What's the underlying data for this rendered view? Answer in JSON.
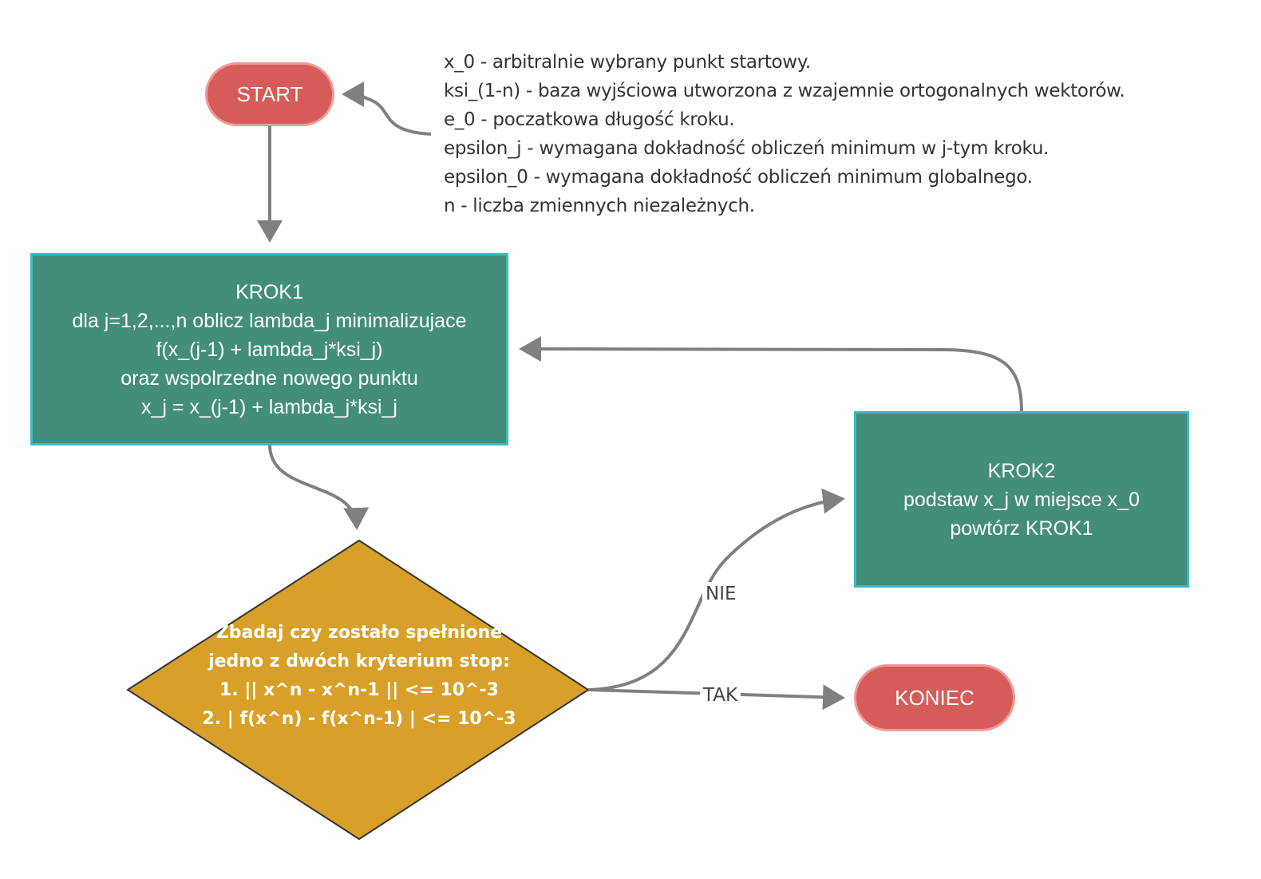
{
  "colors": {
    "terminal_fill": "#d65c59",
    "terminal_stroke": "#f29a97",
    "process_fill": "#438e7a",
    "process_stroke": "#3fb9c0",
    "decision_fill": "#d8a028",
    "decision_stroke": "#333333",
    "connector": "#808080"
  },
  "nodes": {
    "start": {
      "label": "START"
    },
    "krok1": {
      "lines": [
        "KROK1",
        "dla j=1,2,...,n oblicz lambda_j minimalizujace",
        "f(x_(j-1) + lambda_j*ksi_j)",
        "oraz wspolrzedne nowego punktu",
        "x_j = x_(j-1) + lambda_j*ksi_j"
      ]
    },
    "decision": {
      "lines": [
        "Zbadaj czy zostało spełnione",
        "jedno z dwóch kryterium stop:",
        "1. || x^n - x^n-1 || <= 10^-3",
        "2. | f(x^n) - f(x^n-1) | <= 10^-3"
      ]
    },
    "krok2": {
      "lines": [
        "KROK2",
        "podstaw x_j w miejsce x_0",
        "powtórz KROK1"
      ]
    },
    "koniec": {
      "label": "KONIEC"
    }
  },
  "legend": {
    "lines": [
      "x_0 - arbitralnie wybrany punkt startowy.",
      "ksi_(1-n) - baza wyjściowa utworzona z wzajemnie ortogonalnych wektorów.",
      "e_0 - poczatkowa długość kroku.",
      "epsilon_j - wymagana dokładność obliczeń minimum w j-tym kroku.",
      "epsilon_0 - wymagana dokładność obliczeń minimum globalnego.",
      "n - liczba zmiennych niezależnych."
    ]
  },
  "edges": {
    "nie": "NIE",
    "tak": "TAK"
  }
}
